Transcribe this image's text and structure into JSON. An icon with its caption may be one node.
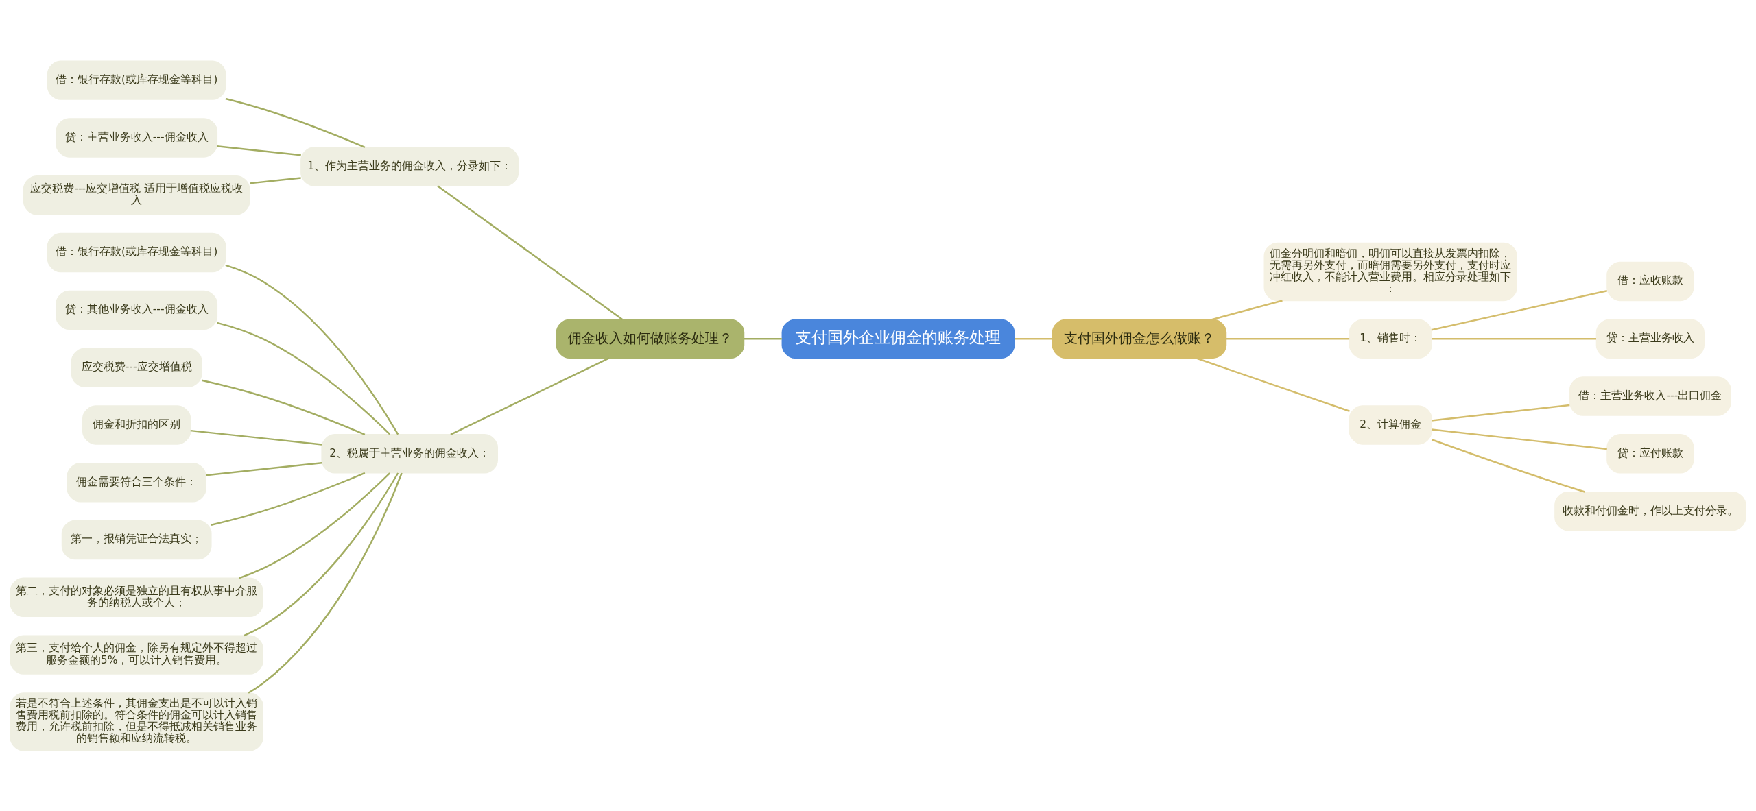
{
  "diagram": {
    "nodes": [
      {
        "text": [
          "支付国外企业佣金的账务处理"
        ]
      },
      {
        "text": [
          "佣金收入如何做账务处理？"
        ]
      },
      {
        "text": [
          "1、作为主营业务的佣金收入，分录如下："
        ]
      },
      {
        "text": [
          "借：银行存款(或库存现金等科目)"
        ]
      },
      {
        "text": [
          "贷：主营业务收入---佣金收入"
        ]
      },
      {
        "text": [
          "应交税费---应交增值税 适用于增值税应税收入"
        ]
      },
      {
        "text": [
          "2、税属于主营业务的佣金收入："
        ]
      },
      {
        "text": [
          "借：银行存款(或库存现金等科目)"
        ]
      },
      {
        "text": [
          "贷：其他业务收入---佣金收入"
        ]
      },
      {
        "text": [
          "应交税费---应交增值税"
        ]
      },
      {
        "text": [
          "佣金和折扣的区别"
        ]
      },
      {
        "text": [
          "佣金需要符合三个条件："
        ]
      },
      {
        "text": [
          "第一，报销凭证合法真实；"
        ]
      },
      {
        "text": [
          "第二，支付的对象必须是独立的且有权从事中介服务的纳税人或个人；"
        ]
      },
      {
        "text": [
          "第三，支付给个人的佣金，除另有规定外不得超过服务金额的5%，可以计入销售费用。"
        ]
      },
      {
        "text": [
          "若是不符合上述条件，其佣金支出是不可以计入销售费用税前扣除的。符合条件的佣金可以计入销售费用，允许税前扣除，但是不得抵减相关销售业务的销售额和应纳流转税。"
        ]
      },
      {
        "text": [
          "支付国外佣金怎么做账？"
        ]
      },
      {
        "text": [
          "佣金分明佣和暗佣，明佣可以直接从发票内扣除，无需再另外支付，而暗佣需要另外支付，支付时应冲红收入，不能计入营业费用。相应分录处理如下："
        ]
      },
      {
        "text": [
          "1、销售时："
        ]
      },
      {
        "text": [
          "借：应收账款"
        ]
      },
      {
        "text": [
          "贷：主营业务收入"
        ]
      },
      {
        "text": [
          "2、计算佣金"
        ]
      },
      {
        "text": [
          "借：主营业务收入---出口佣金"
        ]
      },
      {
        "text": [
          "贷：应付账款"
        ]
      },
      {
        "text": [
          "收款和付佣金时，作以上支付分录。"
        ]
      }
    ],
    "edges": [
      {
        "from": 0,
        "to": 1,
        "arrow": "none"
      },
      {
        "from": 1,
        "to": 2,
        "arrow": "none"
      },
      {
        "from": 2,
        "to": 3,
        "arrow": "none"
      },
      {
        "from": 2,
        "to": 4,
        "arrow": "none"
      },
      {
        "from": 2,
        "to": 5,
        "arrow": "none"
      },
      {
        "from": 1,
        "to": 6,
        "arrow": "none"
      },
      {
        "from": 6,
        "to": 7,
        "arrow": "none"
      },
      {
        "from": 6,
        "to": 8,
        "arrow": "none"
      },
      {
        "from": 6,
        "to": 9,
        "arrow": "none"
      },
      {
        "from": 6,
        "to": 10,
        "arrow": "none"
      },
      {
        "from": 6,
        "to": 11,
        "arrow": "none"
      },
      {
        "from": 6,
        "to": 12,
        "arrow": "none"
      },
      {
        "from": 6,
        "to": 13,
        "arrow": "none"
      },
      {
        "from": 6,
        "to": 14,
        "arrow": "none"
      },
      {
        "from": 6,
        "to": 15,
        "arrow": "none"
      },
      {
        "from": 0,
        "to": 16,
        "arrow": "none",
        "color": "#d4bd6c"
      },
      {
        "from": 16,
        "to": 17,
        "arrow": "none",
        "color": "#d4bd6c"
      },
      {
        "from": 16,
        "to": 18,
        "arrow": "none",
        "color": "#d4bd6c"
      },
      {
        "from": 18,
        "to": 19,
        "arrow": "none",
        "color": "#d4bd6c"
      },
      {
        "from": 18,
        "to": 20,
        "arrow": "none",
        "color": "#d4bd6c"
      },
      {
        "from": 16,
        "to": 21,
        "arrow": "none",
        "color": "#d4bd6c"
      },
      {
        "from": 21,
        "to": 22,
        "arrow": "none",
        "color": "#d4bd6c"
      },
      {
        "from": 21,
        "to": 23,
        "arrow": "none",
        "color": "#d4bd6c"
      },
      {
        "from": 21,
        "to": 24,
        "arrow": "none",
        "color": "#d4bd6c"
      }
    ]
  }
}
